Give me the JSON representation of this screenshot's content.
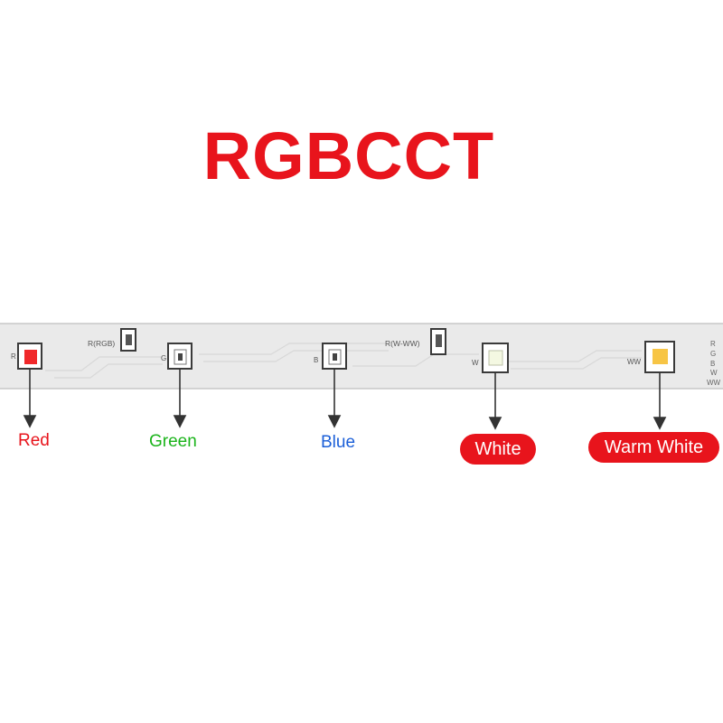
{
  "title": {
    "text": "RGBCCT",
    "color": "#e8141c"
  },
  "strip": {
    "chip_marks": {
      "r": "R",
      "g": "G",
      "b": "B",
      "w": "W",
      "ww": "WW",
      "r_rgb": "R(RGB)",
      "r_w_ww": "R(W-WW)"
    },
    "end_marks": [
      "R",
      "G",
      "B",
      "W",
      "WW"
    ]
  },
  "labels": {
    "red": {
      "text": "Red",
      "color": "#e8141c"
    },
    "green": {
      "text": "Green",
      "color": "#1bb41b"
    },
    "blue": {
      "text": "Blue",
      "color": "#1b5fd8"
    },
    "white": {
      "text": "White",
      "color": "#e8141c"
    },
    "warm_white": {
      "text": "Warm White",
      "color": "#e8141c"
    }
  }
}
